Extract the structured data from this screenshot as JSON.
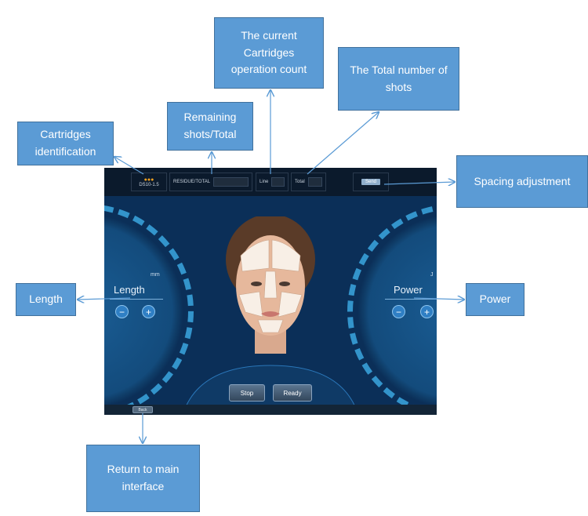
{
  "callouts": {
    "cartridge_id": "Cartridges identification",
    "remaining_shots": "Remaining shots/Total",
    "current_count": "The current Cartridges operation count",
    "total_shots": "The Total number of shots",
    "spacing": "Spacing adjustment",
    "length": "Length",
    "power": "Power",
    "return": "Return to main interface"
  },
  "device": {
    "cartridge_code": "DS10-1.5",
    "residue_label": "RESIDUE/TOTAL",
    "line_label": "Line",
    "total_label": "Total",
    "spacing_button": "Send",
    "length_label": "Length",
    "length_unit": "mm",
    "power_label": "Power",
    "power_unit": "J",
    "minus": "−",
    "plus": "+",
    "stop_button": "Stop",
    "ready_button": "Ready",
    "back_button": "Back"
  },
  "colors": {
    "callout_fill": "#5b9bd5",
    "screen_bg": "#0b2f58",
    "dial_accent": "#3aa6e0",
    "arrow": "#5b9bd5"
  }
}
